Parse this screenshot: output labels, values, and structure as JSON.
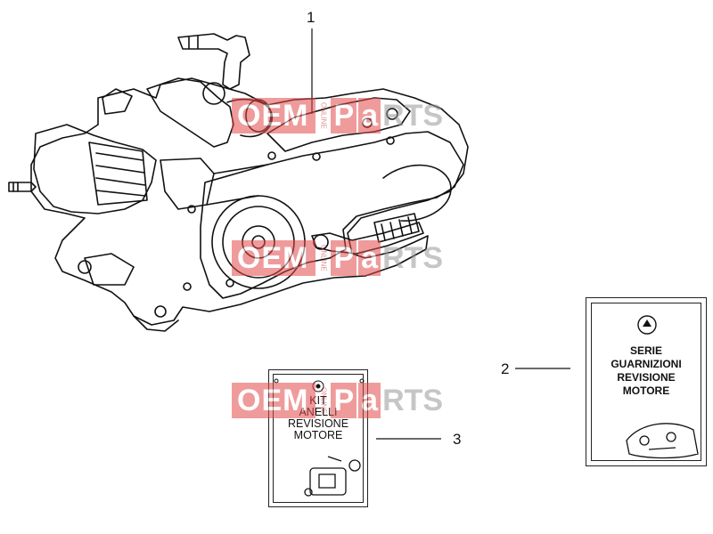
{
  "callouts": {
    "item1": "1",
    "item2": "2",
    "item3": "3"
  },
  "kit_anelli": {
    "title": "KIT\nANELLI\nREVISIONE\nMOTORE"
  },
  "serie_guarnizioni": {
    "title": "SERIE\nGUARNIZIONI\nREVISIONE\nMOTORE"
  },
  "watermark": {
    "part1": "OEM",
    "small": "ONLINE",
    "part2": "P",
    "part3": "a",
    "part4": "RTS",
    "color_red": "#e24a4a",
    "color_grey": "#999999"
  }
}
